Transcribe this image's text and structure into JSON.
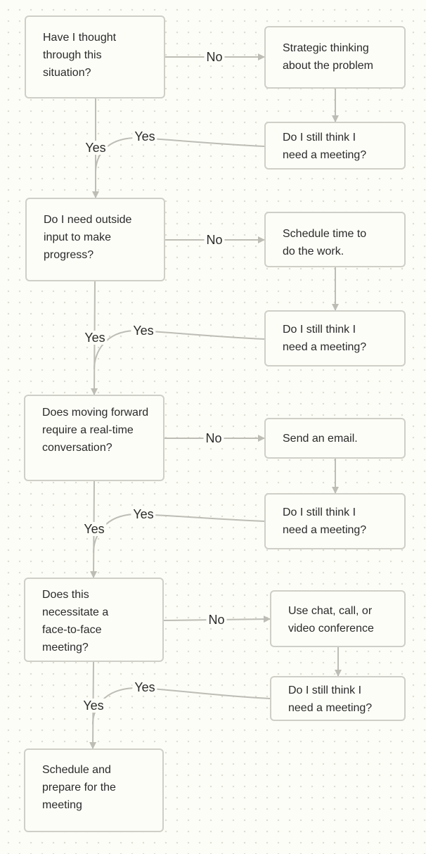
{
  "nodes": {
    "q1": "Have I thought through this situation?",
    "a1": "Strategic thinking about the problem",
    "c1": "Do I still think I need a meeting?",
    "q2": "Do I need outside input to make progress?",
    "a2": "Schedule time to do the work.",
    "c2": "Do I still think I need a meeting?",
    "q3": "Does moving forward require a real-time conversation?",
    "a3": "Send an email.",
    "c3": "Do I still think I need a meeting?",
    "q4": "Does this necessitate a face-to-face meeting?",
    "a4": "Use chat, call, or video conference",
    "c4": "Do I still think I need a meeting?",
    "end": "Schedule and prepare for the meeting"
  },
  "edge_labels": {
    "no": "No",
    "yes": "Yes"
  },
  "colors": {
    "background": "#fdfdf7",
    "node_border": "#cfcfc8",
    "edge": "#bdbdb6",
    "text": "#2a2a2a"
  }
}
